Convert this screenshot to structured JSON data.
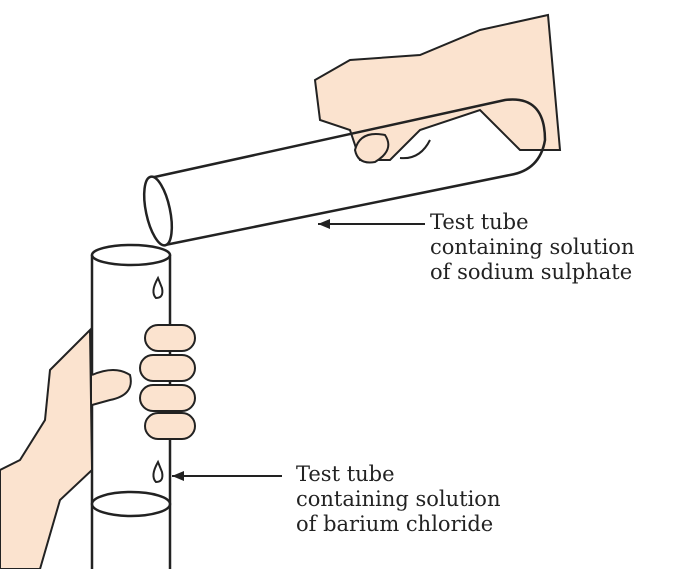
{
  "labels": {
    "top": [
      "Test tube",
      "containing solution",
      "of sodium sulphate"
    ],
    "bottom": [
      "Test tube",
      "containing solution",
      "of barium chloride"
    ]
  },
  "colors": {
    "skin": "#fbe3cf",
    "outline": "#222222"
  }
}
